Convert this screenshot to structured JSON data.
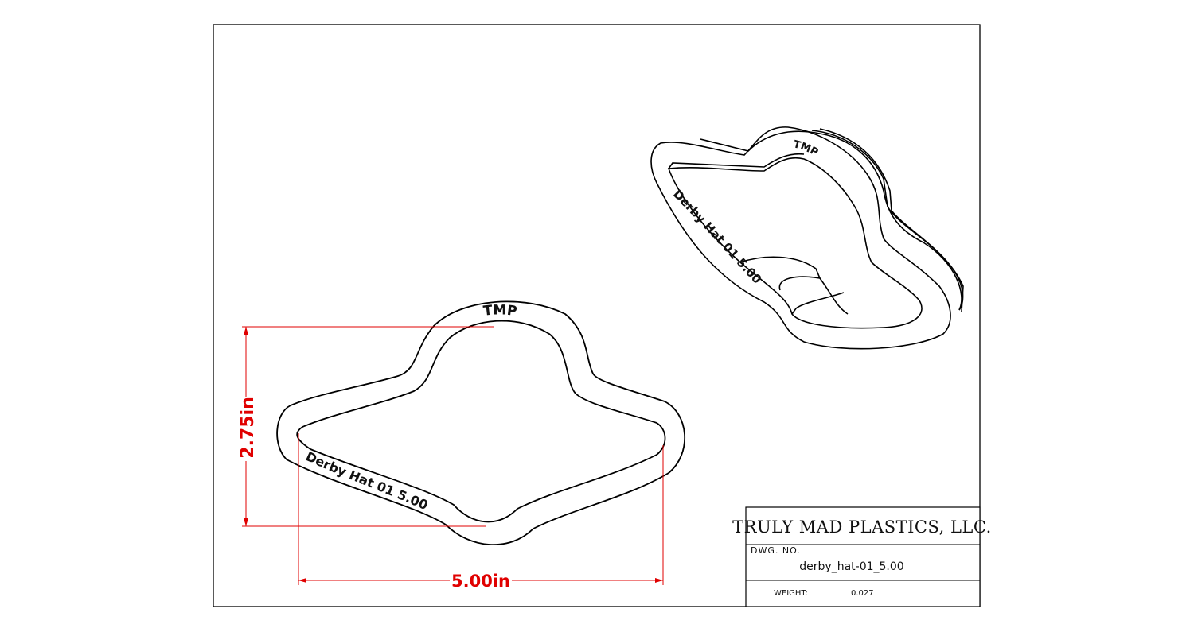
{
  "views": {
    "front": {
      "top_label": "TMP",
      "side_label": "Derby Hat 01  5.00"
    },
    "isometric": {
      "top_label": "TMP",
      "side_label": "Derby Hat 01  5.00"
    }
  },
  "dimensions": {
    "height": "2.75in",
    "width": "5.00in",
    "color": "#e00000"
  },
  "title_block": {
    "company": "TRULY MAD PLASTICS, LLC.",
    "dwg_no_label": "DWG. NO.",
    "dwg_no": "derby_hat-01_5.00",
    "weight_label": "WEIGHT:",
    "weight": "0.027"
  }
}
